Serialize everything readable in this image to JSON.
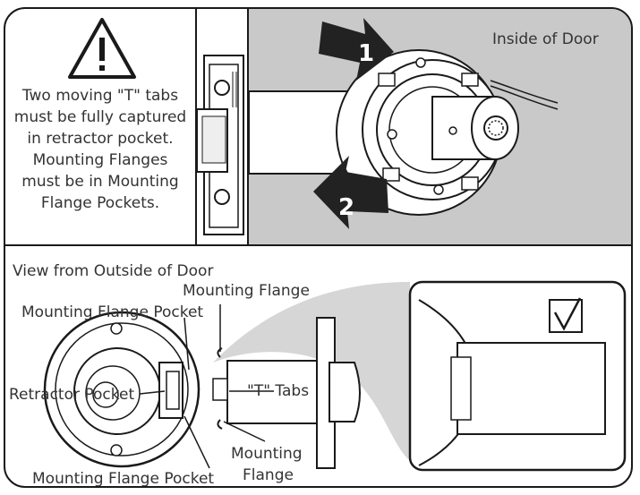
{
  "warning": {
    "lines": [
      "Two moving \"T\" tabs",
      "must be fully captured",
      "in retractor pocket.",
      "Mounting Flanges",
      "must be in Mounting",
      "Flange Pockets."
    ]
  },
  "top_panel": {
    "inside_label": "Inside of Door",
    "arrow_1": "1",
    "arrow_2": "2"
  },
  "bottom_panel": {
    "view_label": "View from Outside of Door",
    "flange_pocket_top": "Mounting Flange Pocket",
    "retractor_pocket": "Retractor Pocket",
    "flange_pocket_bottom": "Mounting Flange Pocket",
    "mounting_flange_top": "Mounting Flange",
    "t_tabs": "\"T\" Tabs",
    "mounting_flange_bottom_1": "Mounting",
    "mounting_flange_bottom_2": "Flange"
  },
  "colors": {
    "gray_panel": "#c9c9c9",
    "line": "#1a1a1a",
    "text": "#333333"
  }
}
